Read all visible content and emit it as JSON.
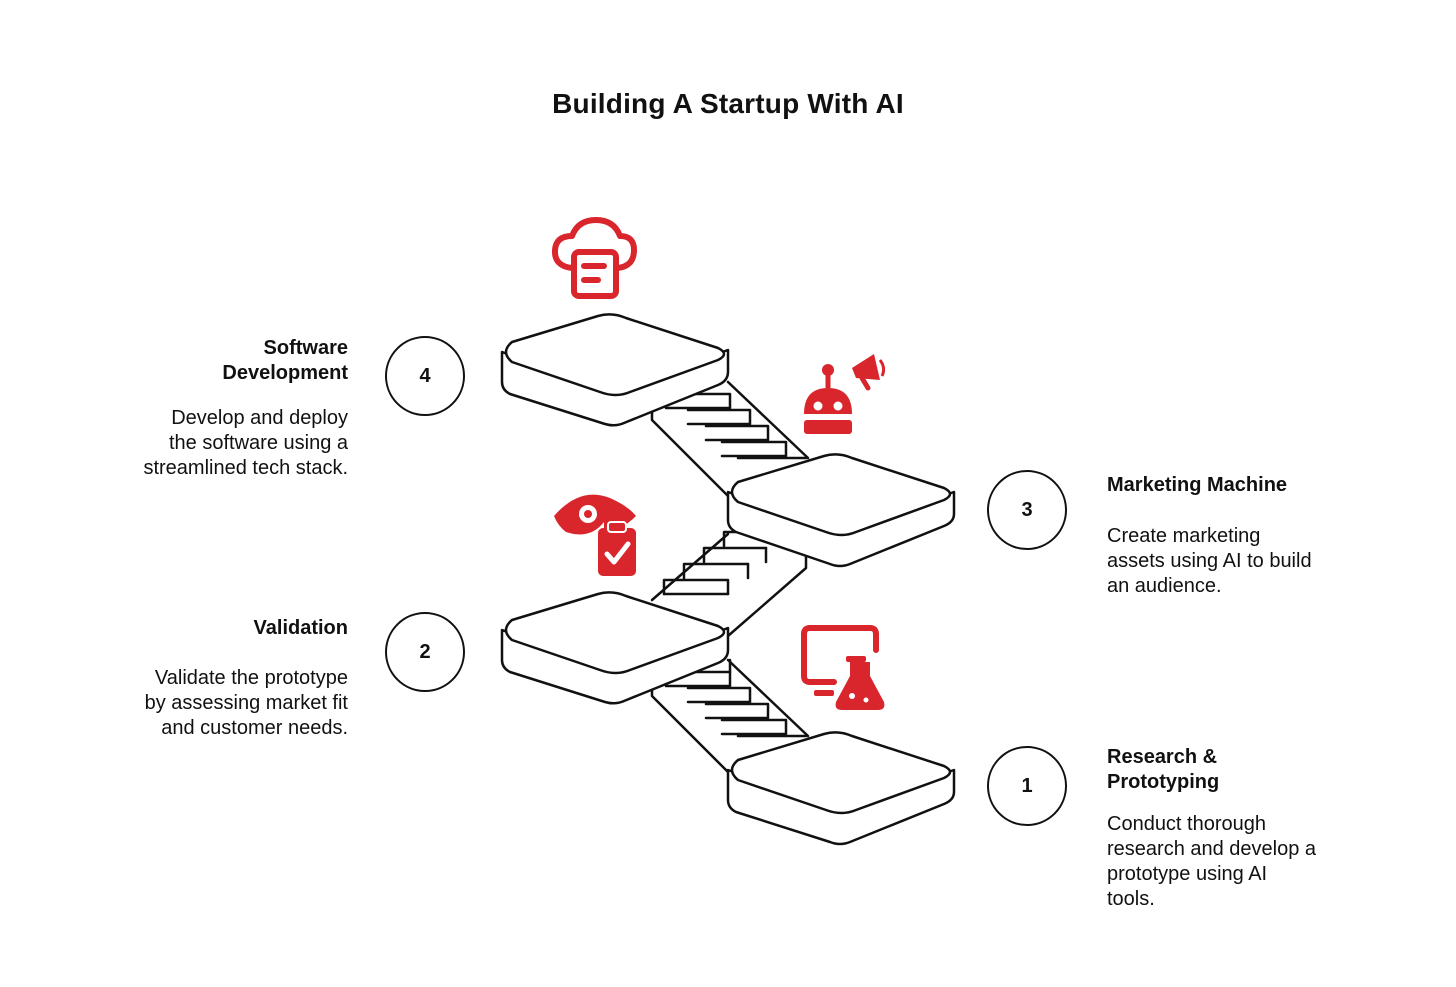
{
  "title": "Building A Startup With AI",
  "steps": [
    {
      "number": "1",
      "title_lines": [
        "Research &",
        "Prototyping"
      ],
      "desc_lines": [
        "Conduct thorough",
        "research and develop a",
        "prototype using AI",
        "tools."
      ]
    },
    {
      "number": "2",
      "title_lines": [
        "Validation"
      ],
      "desc_lines": [
        "Validate the prototype",
        "by assessing market fit",
        "and customer needs."
      ]
    },
    {
      "number": "3",
      "title_lines": [
        "Marketing Machine"
      ],
      "desc_lines": [
        "Create marketing",
        "assets using AI to build",
        "an audience."
      ]
    },
    {
      "number": "4",
      "title_lines": [
        "Software",
        "Development"
      ],
      "desc_lines": [
        "Develop and deploy",
        "the software using a",
        "streamlined tech stack."
      ]
    }
  ],
  "icons": {
    "step1": "computer-flask-icon",
    "step2": "eye-clipboard-check-icon",
    "step3": "robot-megaphone-icon",
    "step4": "cloud-document-icon"
  },
  "colors": {
    "accent": "#d9262c",
    "line": "#111111"
  }
}
